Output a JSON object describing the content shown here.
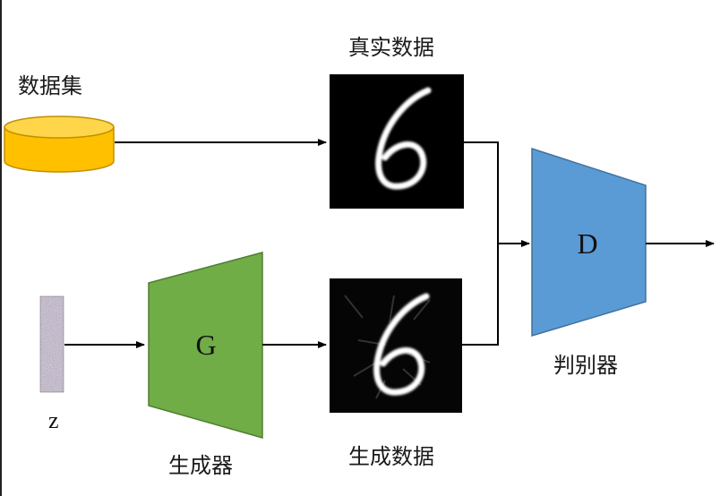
{
  "labels": {
    "dataset": "数据集",
    "real_data": "真实数据",
    "generated_data": "生成数据",
    "generator_caption": "生成器",
    "discriminator_caption": "判别器",
    "noise": "z",
    "generator_block": "G",
    "discriminator_block": "D"
  },
  "colors": {
    "dataset_fill": "#FFC000",
    "dataset_stroke": "#BF9000",
    "generator_fill": "#70AD47",
    "generator_stroke": "#507E32",
    "discriminator_fill": "#5B9BD5",
    "discriminator_stroke": "#41719C",
    "image_background": "#000000",
    "digit_stroke": "#ffffff"
  },
  "icons": {
    "dataset": "database-cylinder-icon",
    "noise": "noise-vector-icon",
    "real_image": "digit-six-image",
    "generated_image": "noisy-digit-six-image"
  }
}
